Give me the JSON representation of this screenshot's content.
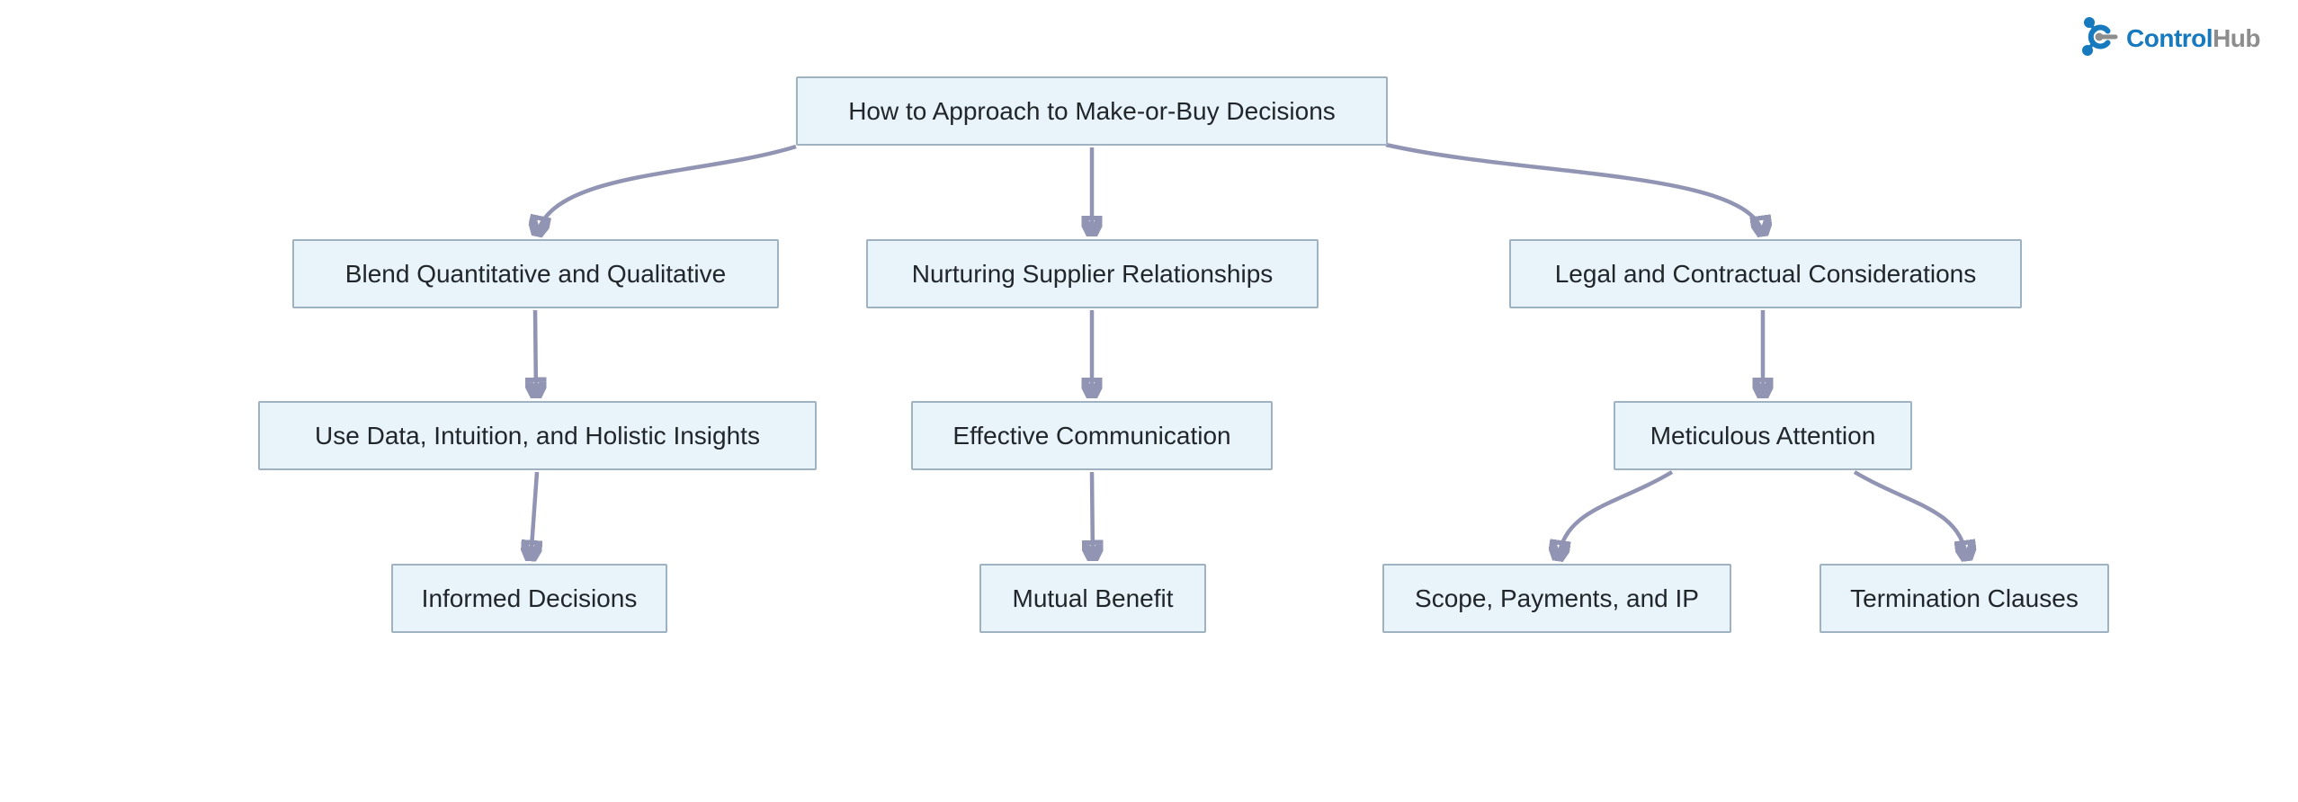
{
  "page": {
    "background_color": "#ffffff"
  },
  "logo": {
    "brand_primary": "Control",
    "brand_secondary": "Hub",
    "primary_color": "#1779be",
    "secondary_color": "#8d8d8d",
    "icon": "controlhub-molecule-icon"
  },
  "diagram": {
    "type": "flowchart",
    "direction": "top-down",
    "node_fill_color": "#e8f3fa",
    "node_border_color": "#9fb2c1",
    "edge_color": "#9194b2",
    "text_color": "#21262b",
    "nodes": {
      "root": {
        "label": "How to Approach to Make-or-Buy Decisions"
      },
      "blend": {
        "label": "Blend Quantitative and Qualitative"
      },
      "nurturing": {
        "label": "Nurturing Supplier Relationships"
      },
      "legal": {
        "label": "Legal and Contractual Considerations"
      },
      "use_data": {
        "label": "Use Data, Intuition, and Holistic Insights"
      },
      "effective": {
        "label": "Effective Communication"
      },
      "meticulous": {
        "label": "Meticulous Attention"
      },
      "informed": {
        "label": "Informed Decisions"
      },
      "mutual": {
        "label": "Mutual Benefit"
      },
      "scope": {
        "label": "Scope, Payments, and IP"
      },
      "termination": {
        "label": "Termination Clauses"
      }
    },
    "edges": [
      {
        "from": "root",
        "to": "blend"
      },
      {
        "from": "root",
        "to": "nurturing"
      },
      {
        "from": "root",
        "to": "legal"
      },
      {
        "from": "blend",
        "to": "use_data"
      },
      {
        "from": "nurturing",
        "to": "effective"
      },
      {
        "from": "legal",
        "to": "meticulous"
      },
      {
        "from": "use_data",
        "to": "informed"
      },
      {
        "from": "effective",
        "to": "mutual"
      },
      {
        "from": "meticulous",
        "to": "scope"
      },
      {
        "from": "meticulous",
        "to": "termination"
      }
    ]
  }
}
